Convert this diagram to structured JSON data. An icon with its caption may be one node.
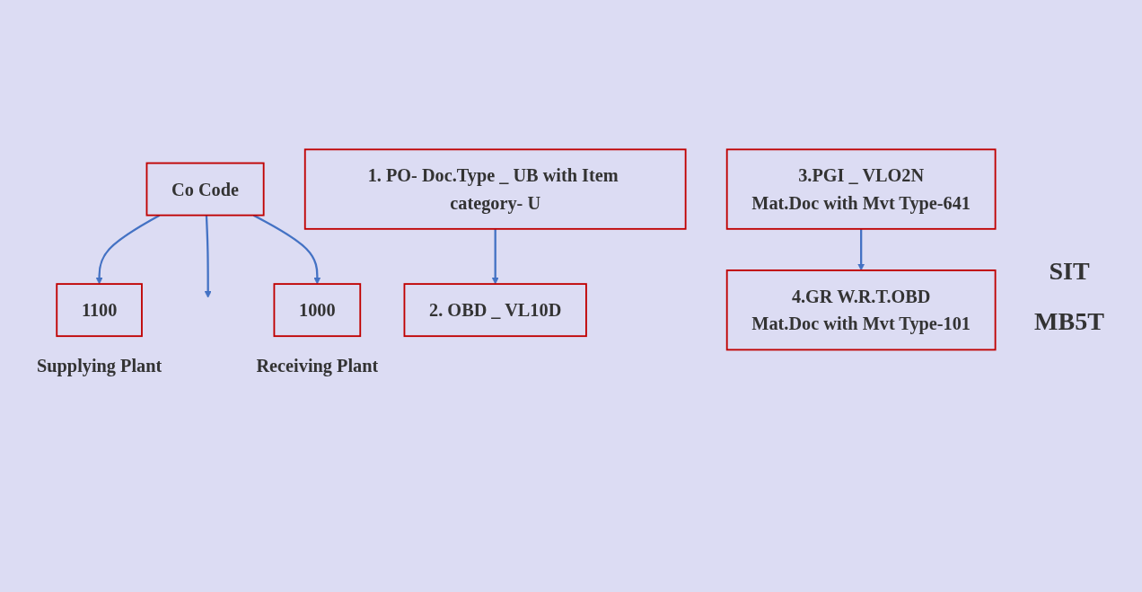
{
  "diagram": {
    "nodes": [
      {
        "text": [
          "Co Code"
        ]
      },
      {
        "text": [
          "1100"
        ],
        "beside": [
          "Supplying Plant"
        ]
      },
      {
        "text": [
          "1000"
        ],
        "beside": [
          "Receiving Plant"
        ]
      },
      {
        "text": [
          "2. OBD _ VL10D"
        ]
      },
      {
        "text": [
          "1. PO- Doc.Type _ UB with Item category- U"
        ]
      },
      {
        "text": [
          "3.PGI _ VLO2N",
          "Mat.Doc with Mvt Type-641"
        ]
      },
      {
        "text": [
          "4.GR W.R.T.OBD",
          "Mat.Doc with Mvt Type-101"
        ]
      }
    ],
    "edges": [
      {
        "from": 0,
        "to": 1,
        "arrow": "to"
      },
      {
        "from": 0,
        "to": null,
        "arrow": "to"
      },
      {
        "from": 0,
        "to": 2,
        "arrow": "to"
      },
      {
        "from": 4,
        "to": 3,
        "arrow": "to"
      },
      {
        "from": 5,
        "to": 6,
        "arrow": "to"
      }
    ],
    "labels": [
      "SIT",
      "MB5T"
    ]
  }
}
